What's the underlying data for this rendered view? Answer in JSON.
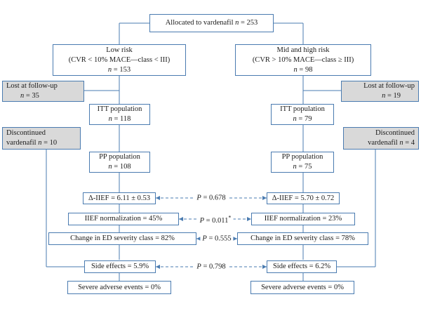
{
  "allocation": {
    "label": "Allocated to vardenafil ",
    "n": "n",
    "value": " = 253"
  },
  "low_risk": {
    "title": "Low risk",
    "criteria": "(CVR < 10% MACE—class < III)",
    "n": "n",
    "value": " = 153",
    "lost": {
      "label": "Lost at follow-up",
      "n": "n",
      "value": " = 35"
    },
    "itt": {
      "label": "ITT population",
      "n": "n",
      "value": " = 118"
    },
    "discontinued": {
      "line1": "Discontinued",
      "line2": "vardenafil ",
      "value": " = 10"
    },
    "pp": {
      "label": "PP population",
      "n": "n",
      "value": " = 108"
    },
    "delta_iief": "Δ-IIEF = 6.11 ± 0.53",
    "iief_normalization": "IIEF normalization = 45%",
    "ed_change": "Change in ED severity class = 82%",
    "side_effects": "Side effects = 5.9%",
    "severe_ae": "Severe adverse events = 0%"
  },
  "mid_high_risk": {
    "title": "Mid and high risk",
    "criteria": "(CVR > 10% MACE—class ≥ III)",
    "n": "n",
    "value": " = 98",
    "lost": {
      "label": "Lost at follow-up",
      "n": "n",
      "value": " = 19"
    },
    "itt": {
      "label": "ITT population",
      "n": "n",
      "value": " = 79"
    },
    "discontinued": {
      "line1": "Discontinued",
      "line2": "vardenafil ",
      "value": " = 4"
    },
    "pp": {
      "label": "PP population",
      "n": "n",
      "value": " = 75"
    },
    "delta_iief": "Δ-IIEF = 5.70 ± 0.72",
    "iief_normalization": "IIEF normalization = 23%",
    "ed_change": "Change in ED severity class = 78%",
    "side_effects": "Side effects = 6.2%",
    "severe_ae": "Severe adverse events = 0%"
  },
  "comparisons": {
    "p_symbol": "P",
    "delta_iief": " = 0.678",
    "iief_normalization": " = 0.011",
    "iief_normalization_mark": "*",
    "ed_change": " = 0.555",
    "side_effects": " = 0.798"
  },
  "colors": {
    "border": "#4a7bb0",
    "grey_fill": "#d9d9d9",
    "connector": "#4a7bb0"
  }
}
